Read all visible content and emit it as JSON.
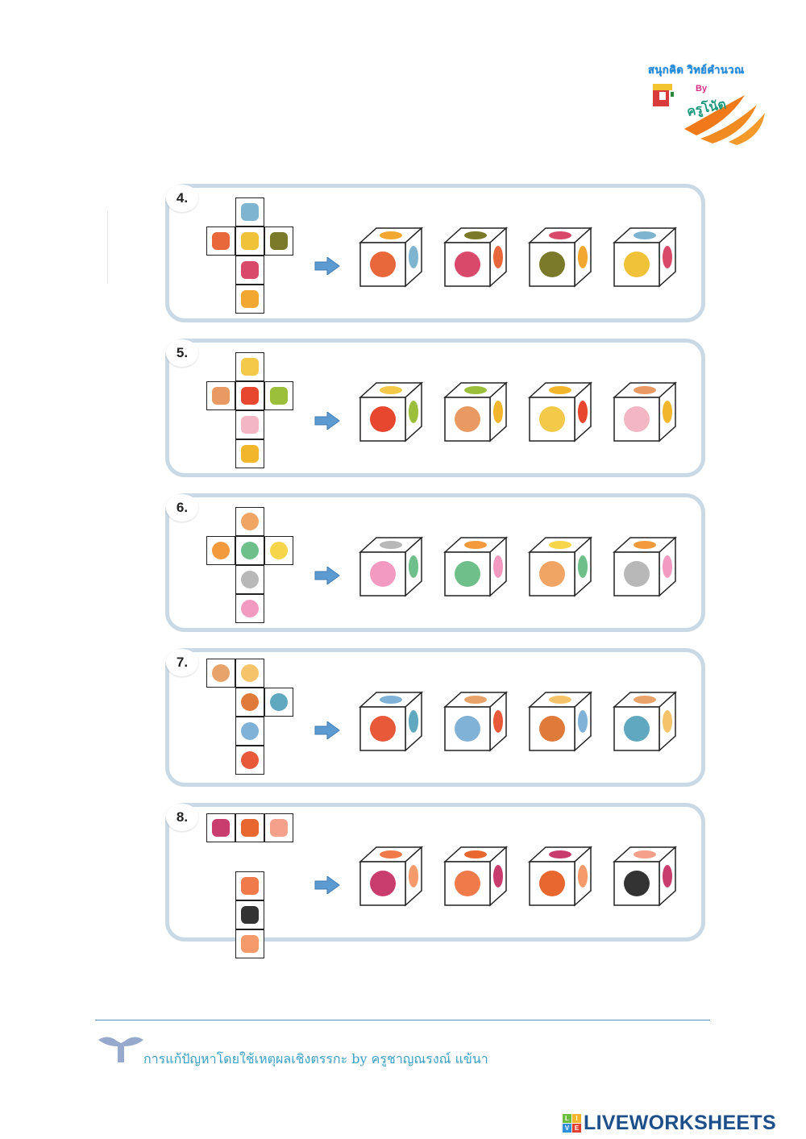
{
  "header": {
    "logo_title": "สนุกคิด วิทย์คำนวณ",
    "logo_by": "By",
    "logo_name": "ครูโนัต"
  },
  "problems": [
    {
      "number": "4.",
      "theme": "coral",
      "net": [
        {
          "pos": "top",
          "icon": "blue-coral-icon",
          "color": "#7fb4d0"
        },
        {
          "pos": "left",
          "icon": "orange-coral-icon",
          "color": "#e8683c"
        },
        {
          "pos": "center",
          "icon": "yellow-coral-icon",
          "color": "#f0c23a"
        },
        {
          "pos": "right",
          "icon": "olive-seaweed-icon",
          "color": "#7a7a2a"
        },
        {
          "pos": "down1",
          "icon": "red-coral-rock-icon",
          "color": "#d94a6a"
        },
        {
          "pos": "down2",
          "icon": "orange-sponge-icon",
          "color": "#f2a830"
        }
      ],
      "cubes": [
        {
          "top": "#f2a830",
          "front": "#e8683c",
          "side": "#7fb4d0"
        },
        {
          "top": "#7a7a2a",
          "front": "#d94a6a",
          "side": "#e8683c"
        },
        {
          "top": "#d94a6a",
          "front": "#7a7a2a",
          "side": "#f2a830"
        },
        {
          "top": "#7fb4d0",
          "front": "#f0c23a",
          "side": "#d94a6a"
        }
      ]
    },
    {
      "number": "5.",
      "theme": "food",
      "net": [
        {
          "pos": "top",
          "icon": "pizza-icon",
          "color": "#f3c94a"
        },
        {
          "pos": "left",
          "icon": "sandwich-icon",
          "color": "#e99a62"
        },
        {
          "pos": "center",
          "icon": "fries-icon",
          "color": "#e8472f"
        },
        {
          "pos": "right",
          "icon": "avocado-icon",
          "color": "#9bbf3a"
        },
        {
          "pos": "down1",
          "icon": "milk-carton-icon",
          "color": "#f3b6c4"
        },
        {
          "pos": "down2",
          "icon": "banana-icon",
          "color": "#f2b62c"
        }
      ],
      "cubes": [
        {
          "top": "#f3c94a",
          "front": "#e8472f",
          "side": "#9bbf3a"
        },
        {
          "top": "#9bbf3a",
          "front": "#e99a62",
          "side": "#f2b62c"
        },
        {
          "top": "#f2b62c",
          "front": "#f3c94a",
          "side": "#e8472f"
        },
        {
          "top": "#e99a62",
          "front": "#f3b6c4",
          "side": "#f2b62c"
        }
      ]
    },
    {
      "number": "6.",
      "theme": "animals",
      "net": [
        {
          "pos": "top",
          "icon": "bear-face-icon",
          "color": "#f1a565"
        },
        {
          "pos": "left",
          "icon": "fox-face-icon",
          "color": "#f39a3c"
        },
        {
          "pos": "center",
          "icon": "frog-face-icon",
          "color": "#6fbf8a"
        },
        {
          "pos": "right",
          "icon": "tiger-face-icon",
          "color": "#f7d54a"
        },
        {
          "pos": "down1",
          "icon": "koala-face-icon",
          "color": "#b8b8b8"
        },
        {
          "pos": "down2",
          "icon": "pig-face-icon",
          "color": "#f29ac0"
        }
      ],
      "cubes": [
        {
          "top": "#b8b8b8",
          "front": "#f29ac0",
          "side": "#6fbf8a"
        },
        {
          "top": "#f39a3c",
          "front": "#6fbf8a",
          "side": "#f29ac0"
        },
        {
          "top": "#f7d54a",
          "front": "#f1a565",
          "side": "#6fbf8a"
        },
        {
          "top": "#f39a3c",
          "front": "#b8b8b8",
          "side": "#f29ac0"
        }
      ]
    },
    {
      "number": "7.",
      "theme": "planets",
      "net": [
        {
          "pos": "topleft",
          "icon": "jupiter-icon",
          "color": "#e8a36a"
        },
        {
          "pos": "top",
          "icon": "moon-icon",
          "color": "#f5c46a"
        },
        {
          "pos": "center",
          "icon": "saturn-icon",
          "color": "#e07a3a"
        },
        {
          "pos": "right",
          "icon": "uranus-icon",
          "color": "#5fa8bf"
        },
        {
          "pos": "down1",
          "icon": "earth-icon",
          "color": "#7fb2d6"
        },
        {
          "pos": "down2",
          "icon": "mars-icon",
          "color": "#e8593a"
        }
      ],
      "cubes": [
        {
          "top": "#7fb2d6",
          "front": "#e8593a",
          "side": "#5fa8bf"
        },
        {
          "top": "#e8a36a",
          "front": "#7fb2d6",
          "side": "#e8593a"
        },
        {
          "top": "#f5c46a",
          "front": "#e07a3a",
          "side": "#7fb2d6"
        },
        {
          "top": "#e8a36a",
          "front": "#5fa8bf",
          "side": "#f5c46a"
        }
      ]
    },
    {
      "number": "8.",
      "theme": "sushi",
      "net": [
        {
          "pos": "topleft",
          "icon": "octopus-nigiri-icon",
          "color": "#c93d6e"
        },
        {
          "pos": "top",
          "icon": "ikura-gunkan-icon",
          "color": "#e8672f"
        },
        {
          "pos": "topright",
          "icon": "salmon-nigiri-icon",
          "color": "#f4a08a"
        },
        {
          "pos": "down1",
          "icon": "california-roll-icon",
          "color": "#f07a4a"
        },
        {
          "pos": "down2",
          "icon": "maki-roll-icon",
          "color": "#333333"
        },
        {
          "pos": "down3",
          "icon": "shrimp-nigiri-icon",
          "color": "#f59a6a"
        }
      ],
      "cubes": [
        {
          "top": "#f07a4a",
          "front": "#c93d6e",
          "side": "#f59a6a"
        },
        {
          "top": "#e8672f",
          "front": "#f07a4a",
          "side": "#c93d6e"
        },
        {
          "top": "#c93d6e",
          "front": "#e8672f",
          "side": "#f59a6a"
        },
        {
          "top": "#f4a08a",
          "front": "#333333",
          "side": "#c93d6e"
        }
      ]
    }
  ],
  "footer": {
    "text": "การแก้ปัญหาโดยใช้เหตุผลเชิงตรรกะ    by ครูชาญณรงณ์  แข้นา",
    "brand": "LIVEWORKSHEETS",
    "badge": [
      "L",
      "I",
      "V",
      "E"
    ],
    "badge_colors": [
      "#6cbf3c",
      "#f2b42c",
      "#2f8fd8",
      "#e0402f"
    ]
  }
}
